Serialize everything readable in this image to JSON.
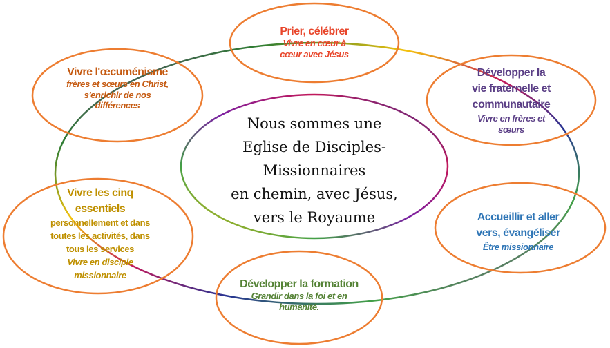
{
  "center": {
    "lines": [
      "Nous sommes une",
      "Eglise de Disciples-",
      "Missionnaires",
      "en chemin, avec Jésus,",
      "vers le Royaume"
    ]
  },
  "bubbles": [
    {
      "id": "prier",
      "title": [
        "Prier, célébrer"
      ],
      "subtitle": [
        "Vivre en cœur à",
        "cœur avec Jésus"
      ],
      "color": "#e8452a"
    },
    {
      "id": "oecumenisme",
      "title": [
        "Vivre l'œcuménisme"
      ],
      "subtitle": [
        "frères et sœurs en Christ,",
        "s'enrichir de nos",
        "différences"
      ],
      "color": "#c55a11"
    },
    {
      "id": "fraternelle",
      "title": [
        "Développer la",
        "vie fraternelle et",
        "communautaire"
      ],
      "subtitle": [
        "Vivre en frères et",
        "sœurs"
      ],
      "color": "#5b3f86"
    },
    {
      "id": "essentiels",
      "title": [
        "Vivre les cinq",
        "essentiels"
      ],
      "middle": [
        "personnellement et dans",
        "toutes les activités, dans",
        "tous les services"
      ],
      "subtitle": [
        "Vivre en disciple",
        "missionnaire"
      ],
      "color": "#bf9000"
    },
    {
      "id": "accueillir",
      "title": [
        "Accueillir et aller",
        "vers, évangéliser"
      ],
      "subtitle": [
        "Être missionnaire"
      ],
      "color": "#2e75b6"
    },
    {
      "id": "formation",
      "title": [
        "Développer la formation"
      ],
      "subtitle": [
        "Grandir dans la foi et en",
        "humanité."
      ],
      "color": "#548235"
    }
  ],
  "colors": {
    "bubble_outline": "#ed7d31"
  }
}
